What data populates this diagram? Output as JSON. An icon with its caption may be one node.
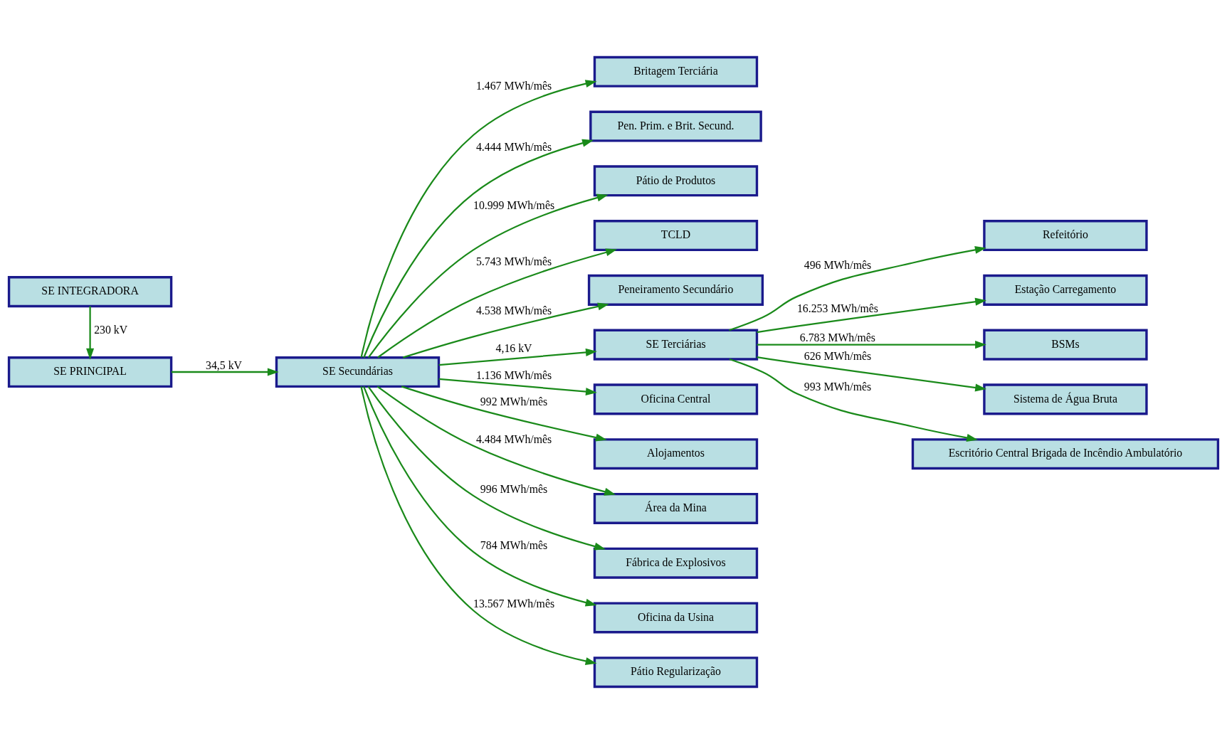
{
  "diagram": {
    "nodes": [
      {
        "text": [
          "SE INTEGRADORA"
        ]
      },
      {
        "text": [
          "SE PRINCIPAL"
        ]
      },
      {
        "text": [
          "SE Secundárias"
        ]
      },
      {
        "text": [
          "Britagem Terciária"
        ]
      },
      {
        "text": [
          "Pen. Prim. e Brit. Secund."
        ]
      },
      {
        "text": [
          "Pátio de Produtos"
        ]
      },
      {
        "text": [
          "TCLD"
        ]
      },
      {
        "text": [
          "Peneiramento Secundário"
        ]
      },
      {
        "text": [
          "SE Terciárias"
        ]
      },
      {
        "text": [
          "Oficina Central"
        ]
      },
      {
        "text": [
          "Alojamentos"
        ]
      },
      {
        "text": [
          "Área da Mina"
        ]
      },
      {
        "text": [
          "Fábrica de Explosivos"
        ]
      },
      {
        "text": [
          "Oficina da Usina"
        ]
      },
      {
        "text": [
          "Pátio Regularização"
        ]
      },
      {
        "text": [
          "Refeitório"
        ]
      },
      {
        "text": [
          "Estação Carregamento"
        ]
      },
      {
        "text": [
          "BSMs"
        ]
      },
      {
        "text": [
          "Sistema de Água Bruta"
        ]
      },
      {
        "text": [
          "Escritório Central Brigada de Incêndio Ambulatório"
        ]
      }
    ],
    "edges": [
      {
        "from": 0,
        "to": 1,
        "arrow": "to",
        "label": "230 kV"
      },
      {
        "from": 1,
        "to": 2,
        "arrow": "to",
        "label": "34,5 kV"
      },
      {
        "from": 2,
        "to": 3,
        "arrow": "to",
        "label": "1.467 MWh/mês"
      },
      {
        "from": 2,
        "to": 4,
        "arrow": "to",
        "label": "4.444 MWh/mês"
      },
      {
        "from": 2,
        "to": 5,
        "arrow": "to",
        "label": "10.999 MWh/mês"
      },
      {
        "from": 2,
        "to": 6,
        "arrow": "to",
        "label": "5.743 MWh/mês"
      },
      {
        "from": 2,
        "to": 7,
        "arrow": "to",
        "label": "4.538 MWh/mês"
      },
      {
        "from": 2,
        "to": 8,
        "arrow": "to",
        "label": "4,16 kV"
      },
      {
        "from": 2,
        "to": 9,
        "arrow": "to",
        "label": "1.136 MWh/mês"
      },
      {
        "from": 2,
        "to": 10,
        "arrow": "to",
        "label": "992 MWh/mês"
      },
      {
        "from": 2,
        "to": 11,
        "arrow": "to",
        "label": "4.484 MWh/mês"
      },
      {
        "from": 2,
        "to": 12,
        "arrow": "to",
        "label": "996 MWh/mês"
      },
      {
        "from": 2,
        "to": 13,
        "arrow": "to",
        "label": "784 MWh/mês"
      },
      {
        "from": 2,
        "to": 14,
        "arrow": "to",
        "label": "13.567 MWh/mês"
      },
      {
        "from": 8,
        "to": 15,
        "arrow": "to",
        "label": "496 MWh/mês"
      },
      {
        "from": 8,
        "to": 16,
        "arrow": "to",
        "label": "16.253 MWh/mês"
      },
      {
        "from": 8,
        "to": 17,
        "arrow": "to",
        "label": "6.783 MWh/mês"
      },
      {
        "from": 8,
        "to": 18,
        "arrow": "to",
        "label": "626 MWh/mês"
      },
      {
        "from": 8,
        "to": 19,
        "arrow": "to",
        "label": "993 MWh/mês"
      }
    ]
  }
}
